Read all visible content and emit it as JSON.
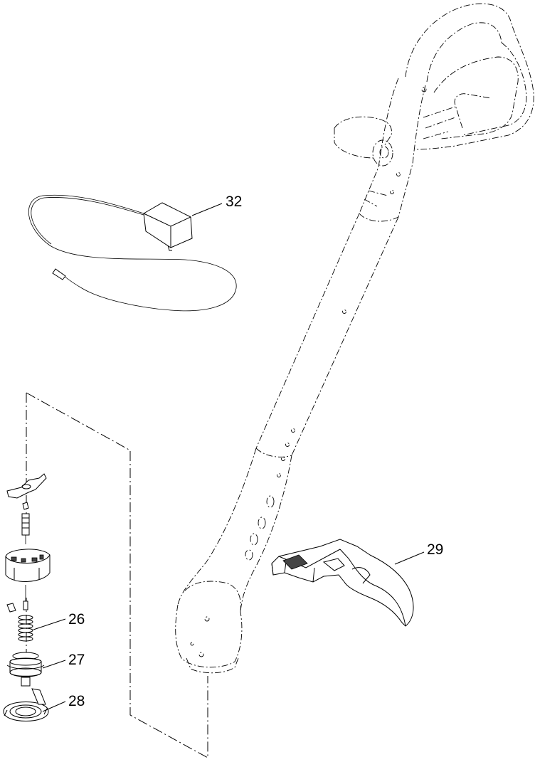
{
  "callouts": {
    "c32": "32",
    "c29": "29",
    "c26": "26",
    "c27": "27",
    "c28": "28"
  }
}
